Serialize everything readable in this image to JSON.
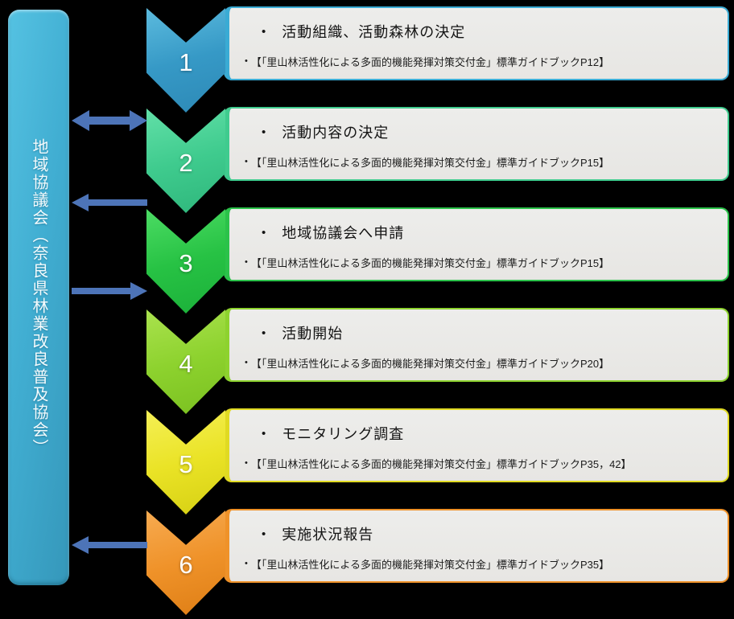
{
  "canvas": {
    "background": "#000000"
  },
  "sidebar": {
    "label": "地域協議会（奈良県林業改良普及協会）",
    "color": "#41AED2",
    "text_color": "#FFFFFF"
  },
  "bullets": {
    "title_bullet": "•",
    "note_bullet": "•"
  },
  "steps": [
    {
      "number": "1",
      "title": "活動組織、活動森林の決定",
      "note": "【「里山林活性化による多面的機能発揮対策交付金」標準ガイドブックP12】",
      "color": "#3699C6"
    },
    {
      "number": "2",
      "title": "活動内容の決定",
      "note": "【「里山林活性化による多面的機能発揮対策交付金」標準ガイドブックP15】",
      "color": "#3FCB8E"
    },
    {
      "number": "3",
      "title": "地域協議会へ申請",
      "note": "【「里山林活性化による多面的機能発揮対策交付金」標準ガイドブックP15】",
      "color": "#27C244"
    },
    {
      "number": "4",
      "title": "活動開始",
      "note": "【「里山林活性化による多面的機能発揮対策交付金」標準ガイドブックP20】",
      "color": "#8DD22E"
    },
    {
      "number": "5",
      "title": "モニタリング調査",
      "note": "【「里山林活性化による多面的機能発揮対策交付金」標準ガイドブックP35，42】",
      "color": "#EAE326"
    },
    {
      "number": "6",
      "title": "実施状況報告",
      "note": "【「里山林活性化による多面的機能発揮対策交付金」標準ガイドブックP35】",
      "color": "#EF9229"
    }
  ],
  "arrows": {
    "color": "#4D74B8",
    "items": [
      {
        "direction": "double"
      },
      {
        "direction": "left"
      },
      {
        "direction": "right"
      },
      {
        "direction": "left"
      }
    ]
  }
}
